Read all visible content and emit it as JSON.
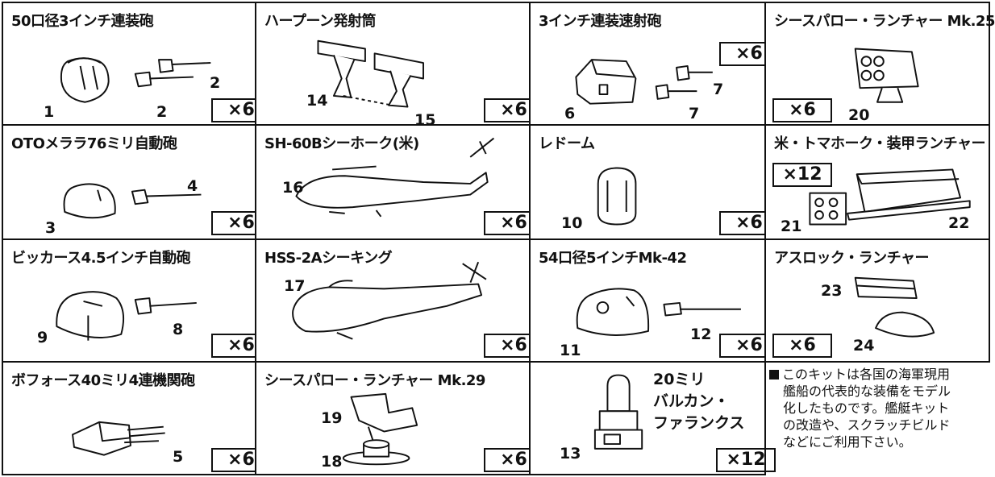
{
  "cells": [
    {
      "title": "50口径3インチ連装砲",
      "qty": "×6",
      "parts": [
        "1",
        "2",
        "2"
      ]
    },
    {
      "title": "ハープーン発射筒",
      "qty": "×6",
      "parts": [
        "14",
        "15"
      ]
    },
    {
      "title": "3インチ連装速射砲",
      "qty": "×6",
      "parts": [
        "6",
        "7",
        "7"
      ]
    },
    {
      "title": "シースパロー・ランチャー Mk.25",
      "qty": "×6",
      "parts": [
        "20"
      ]
    },
    {
      "title": "OTOメララ76ミリ自動砲",
      "qty": "×6",
      "parts": [
        "3",
        "4"
      ]
    },
    {
      "title": "SH-60Bシーホーク(米)",
      "qty": "×6",
      "parts": [
        "16"
      ]
    },
    {
      "title": "レドーム",
      "qty": "×6",
      "parts": [
        "10"
      ]
    },
    {
      "title": "米・トマホーク・装甲ランチャー",
      "qty": "×12",
      "parts": [
        "21",
        "22"
      ]
    },
    {
      "title": "ビッカース4.5インチ自動砲",
      "qty": "×6",
      "parts": [
        "9",
        "8"
      ]
    },
    {
      "title": "HSS-2Aシーキング",
      "qty": "×6",
      "parts": [
        "17"
      ]
    },
    {
      "title": "54口径5インチMk-42",
      "qty": "×6",
      "parts": [
        "11",
        "12"
      ]
    },
    {
      "title": "アスロック・ランチャー",
      "qty": "×6",
      "parts": [
        "23",
        "24"
      ]
    },
    {
      "title": "ボフォース40ミリ4連機関砲",
      "qty": "×6",
      "parts": [
        "5"
      ]
    },
    {
      "title": "シースパロー・ランチャー Mk.29",
      "qty": "×6",
      "parts": [
        "19",
        "18"
      ]
    },
    {
      "title": "",
      "qty": "×12",
      "parts": [
        "13"
      ]
    }
  ],
  "ciws_label": [
    "20ミリ",
    "バルカン・",
    "ファランクス"
  ],
  "note": {
    "lines": [
      "このキットは各国の海軍現用",
      "艦船の代表的な装備をモデル",
      "化したものです。艦艇キット",
      "の改造や、スクラッチビルド",
      "などにご利用下さい。"
    ]
  }
}
